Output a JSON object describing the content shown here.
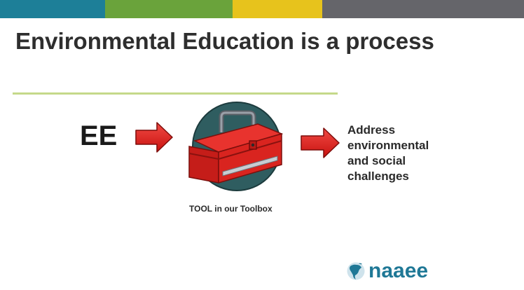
{
  "slide": {
    "title": "Environmental Education is a process",
    "ee_label": "EE",
    "outcome_lines": [
      "Address",
      "environmental",
      "and social",
      "challenges"
    ],
    "caption": "TOOL in our Toolbox",
    "logo_text": "naaee"
  },
  "colors": {
    "band": [
      "#1d7f98",
      "#6aa33b",
      "#e7c31c",
      "#65656a"
    ],
    "arrow": "#e0201e",
    "toolbox": "#d3201c",
    "logo": "#1f7896",
    "rule": "#c5d98a"
  },
  "icons": {
    "arrow_left": "right-arrow-icon",
    "toolbox": "toolbox-icon",
    "arrow_right": "right-arrow-icon",
    "logo": "north-america-globe-icon"
  }
}
